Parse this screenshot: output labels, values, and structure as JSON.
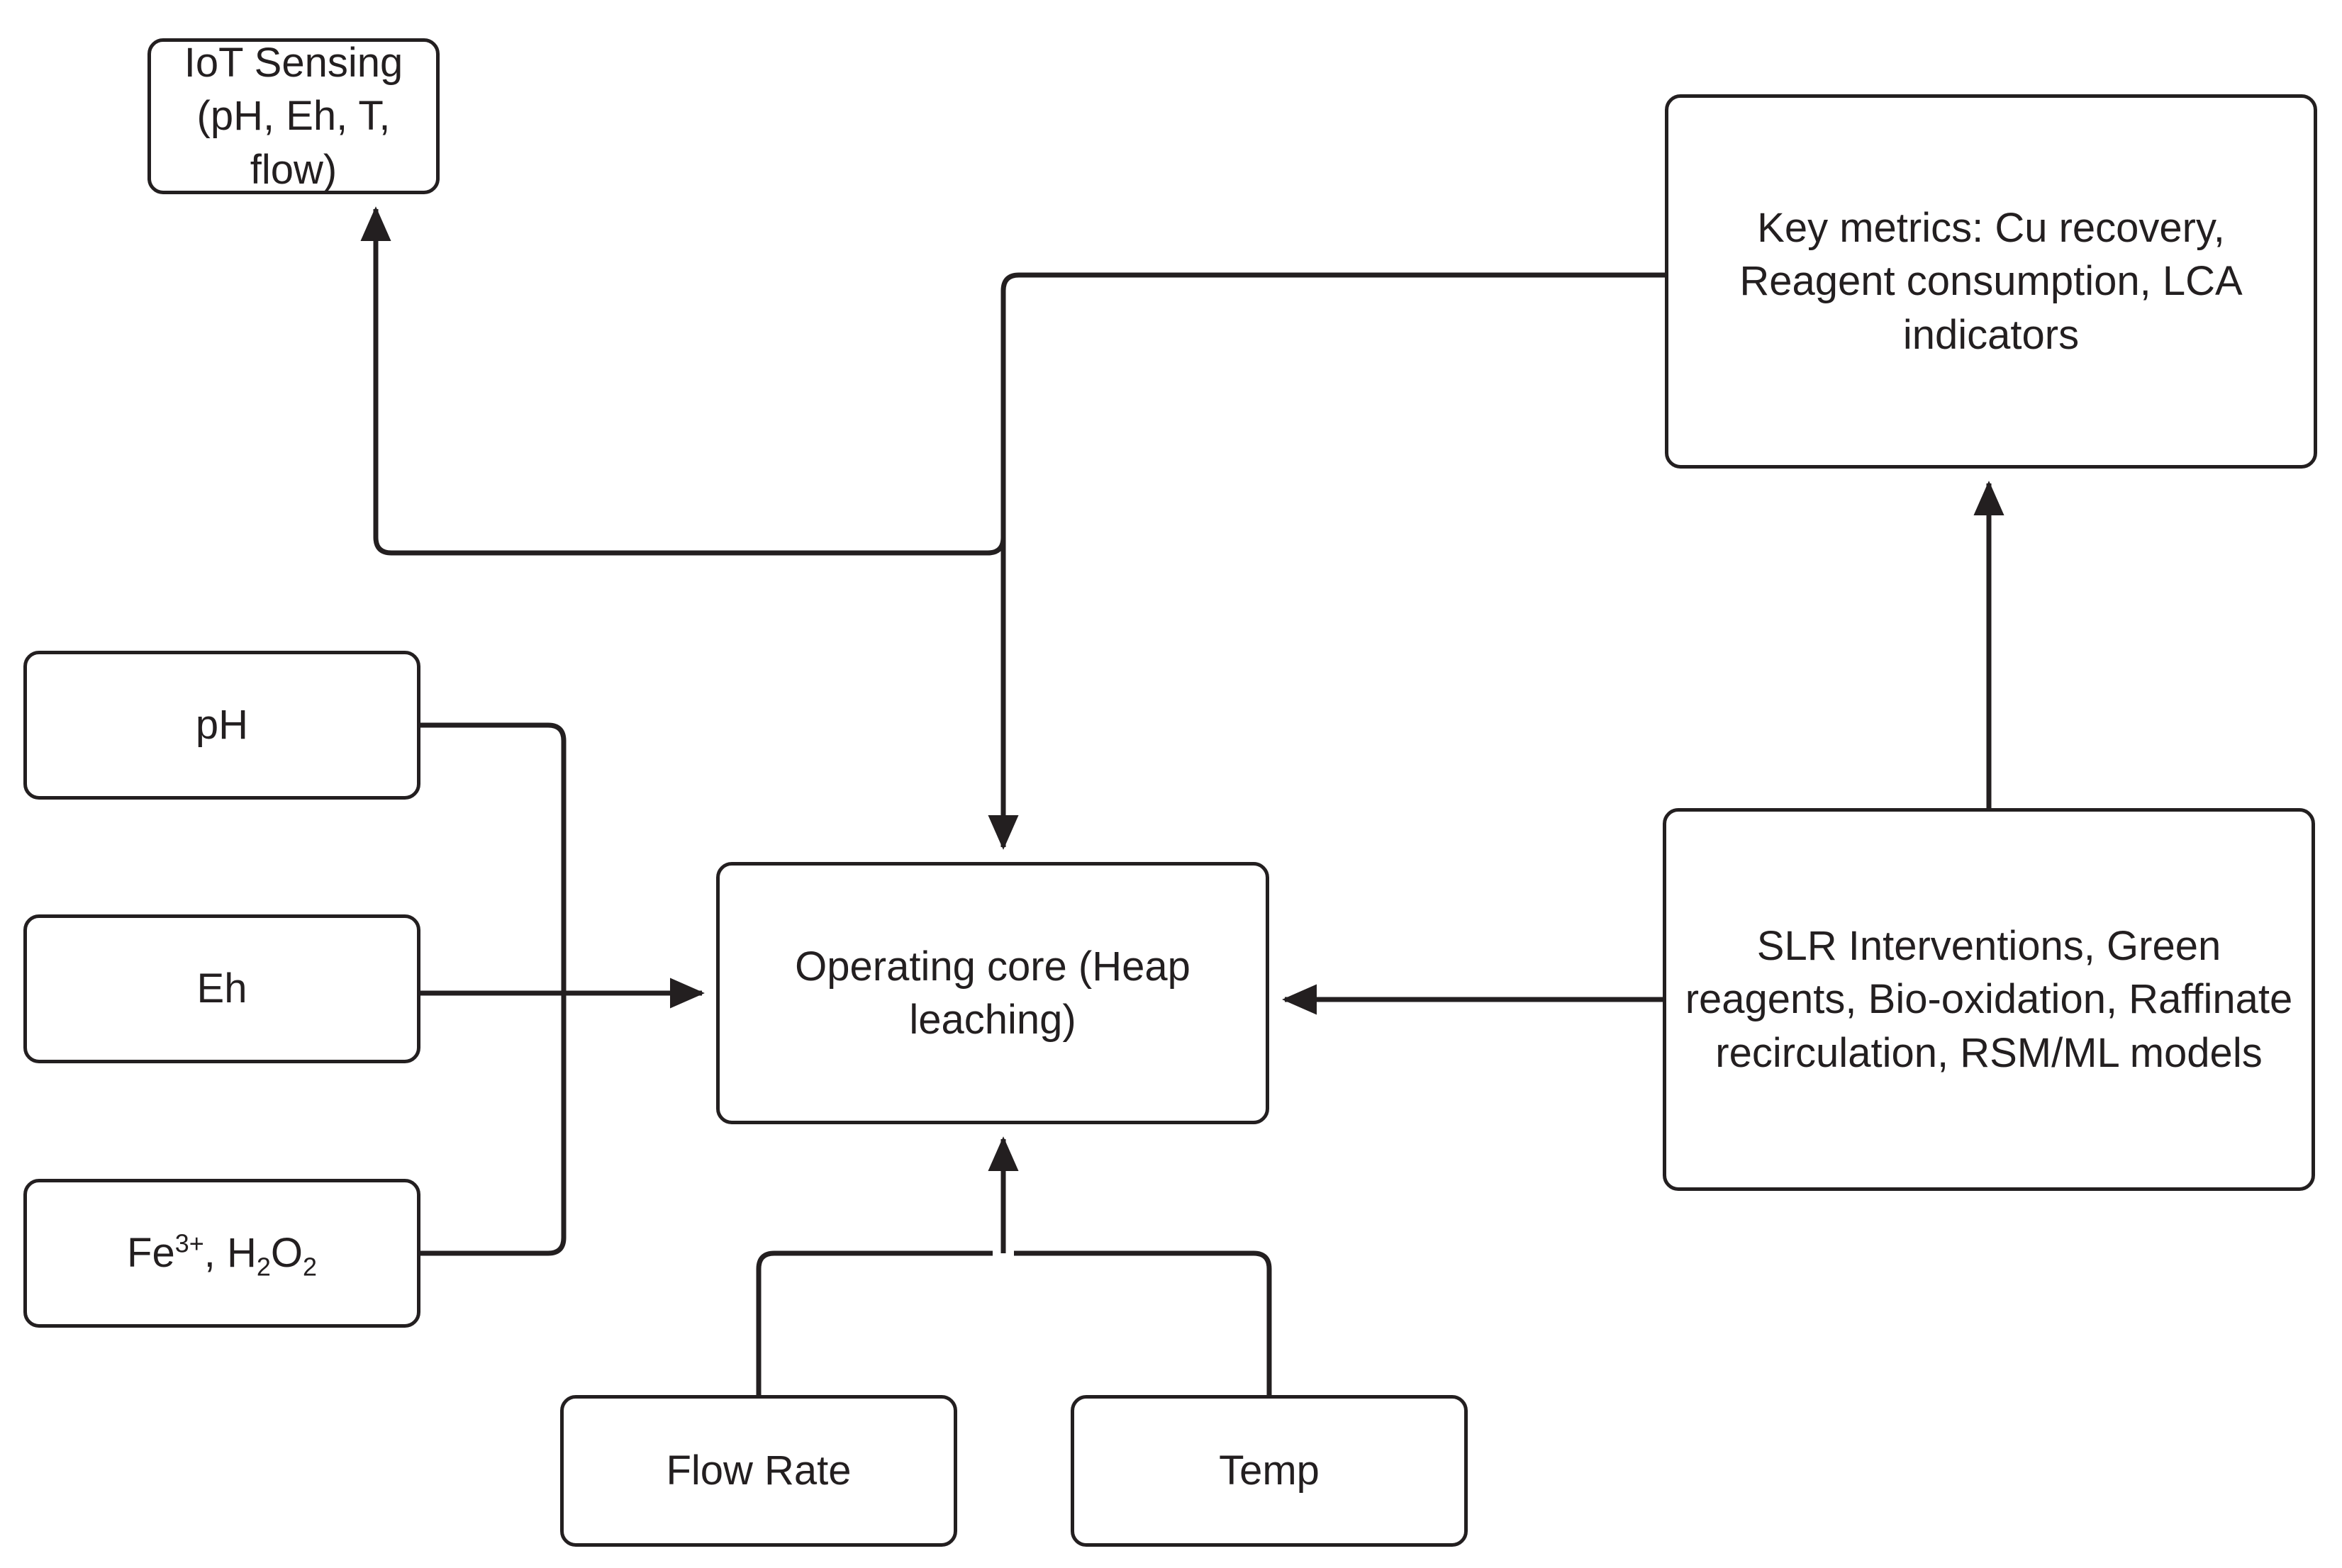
{
  "diagram": {
    "title": "Heap leaching operating core process diagram",
    "stroke_color": "#231f20",
    "background_color": "#ffffff",
    "nodes": {
      "iot_sensing": {
        "label": "IoT Sensing\n(pH, Eh, T, flow)"
      },
      "key_metrics": {
        "label": "Key metrics: Cu recovery, Reagent consumption, LCA indicators"
      },
      "ph": {
        "label": "pH"
      },
      "eh": {
        "label": "Eh"
      },
      "fe_h2o2": {
        "label_prefix": "Fe",
        "label_sup": "3+",
        "label_mid": ", H",
        "label_sub1": "2",
        "label_o": "O",
        "label_sub2": "2",
        "label_plain": "Fe3+, H2O2"
      },
      "operating_core": {
        "label": "Operating core (Heap leaching)"
      },
      "slr_interventions": {
        "label": "SLR Interventions, Green reagents, Bio-oxidation, Raffinate recirculation, RSM/ML models"
      },
      "flow_rate": {
        "label": "Flow Rate"
      },
      "temp": {
        "label": "Temp"
      }
    },
    "edges": [
      {
        "name": "key-metrics-to-iot-sensing",
        "from": "key_metrics",
        "to": "iot_sensing",
        "arrow": "up"
      },
      {
        "name": "key-metrics-to-operating-core",
        "from": "key_metrics",
        "to": "operating_core",
        "arrow": "down"
      },
      {
        "name": "ph-to-operating-core",
        "from": "ph",
        "to": "operating_core",
        "arrow": "right"
      },
      {
        "name": "eh-to-operating-core",
        "from": "eh",
        "to": "operating_core",
        "arrow": "right"
      },
      {
        "name": "fe-h2o2-to-operating-core",
        "from": "fe_h2o2",
        "to": "operating_core",
        "arrow": "right"
      },
      {
        "name": "slr-to-operating-core",
        "from": "slr_interventions",
        "to": "operating_core",
        "arrow": "left"
      },
      {
        "name": "slr-to-key-metrics",
        "from": "slr_interventions",
        "to": "key_metrics",
        "arrow": "up"
      },
      {
        "name": "flow-rate-to-operating-core",
        "from": "flow_rate",
        "to": "operating_core",
        "arrow": "up"
      },
      {
        "name": "temp-to-operating-core",
        "from": "temp",
        "to": "operating_core",
        "arrow": "up"
      }
    ]
  }
}
